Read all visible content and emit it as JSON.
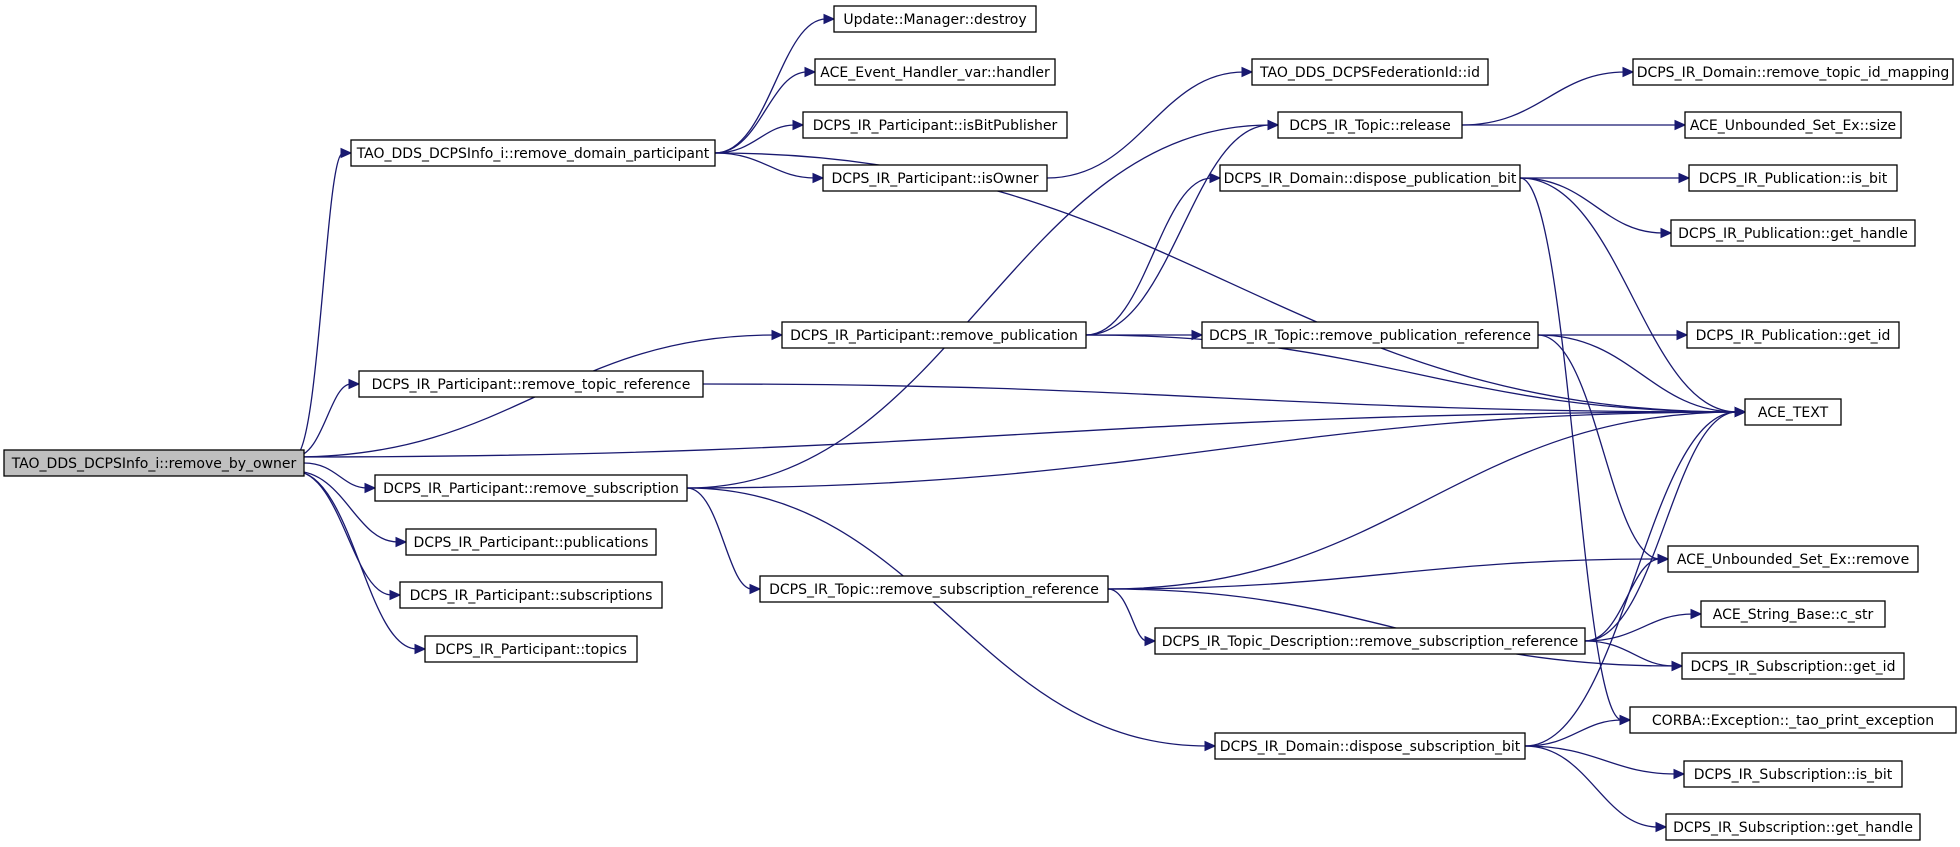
{
  "graph": {
    "kind": "call-graph",
    "edge_color": "#191970",
    "root_fill": "#bfbfbf",
    "nodes": [
      {
        "id": "root",
        "label": "TAO_DDS_DCPSInfo_i::remove_by_owner",
        "root": true
      },
      {
        "id": "rdp",
        "label": "TAO_DDS_DCPSInfo_i::remove_domain_participant"
      },
      {
        "id": "umd",
        "label": "Update::Manager::destroy"
      },
      {
        "id": "aeh",
        "label": "ACE_Event_Handler_var::handler"
      },
      {
        "id": "ibp",
        "label": "DCPS_IR_Participant::isBitPublisher"
      },
      {
        "id": "iso",
        "label": "DCPS_IR_Participant::isOwner"
      },
      {
        "id": "fid",
        "label": "TAO_DDS_DCPSFederationId::id"
      },
      {
        "id": "rel",
        "label": "DCPS_IR_Topic::release"
      },
      {
        "id": "rtim",
        "label": "DCPS_IR_Domain::remove_topic_id_mapping"
      },
      {
        "id": "size",
        "label": "ACE_Unbounded_Set_Ex::size"
      },
      {
        "id": "dpb",
        "label": "DCPS_IR_Domain::dispose_publication_bit"
      },
      {
        "id": "pisb",
        "label": "DCPS_IR_Publication::is_bit"
      },
      {
        "id": "pgh",
        "label": "DCPS_IR_Publication::get_handle"
      },
      {
        "id": "rpub",
        "label": "DCPS_IR_Participant::remove_publication"
      },
      {
        "id": "rpr",
        "label": "DCPS_IR_Topic::remove_publication_reference"
      },
      {
        "id": "pgi",
        "label": "DCPS_IR_Publication::get_id"
      },
      {
        "id": "rtr",
        "label": "DCPS_IR_Participant::remove_topic_reference"
      },
      {
        "id": "text",
        "label": "ACE_TEXT"
      },
      {
        "id": "rsub",
        "label": "DCPS_IR_Participant::remove_subscription"
      },
      {
        "id": "pubs",
        "label": "DCPS_IR_Participant::publications"
      },
      {
        "id": "subs",
        "label": "DCPS_IR_Participant::subscriptions"
      },
      {
        "id": "tops",
        "label": "DCPS_IR_Participant::topics"
      },
      {
        "id": "rsr",
        "label": "DCPS_IR_Topic::remove_subscription_reference"
      },
      {
        "id": "urem",
        "label": "ACE_Unbounded_Set_Ex::remove"
      },
      {
        "id": "tdrsr",
        "label": "DCPS_IR_Topic_Description::remove_subscription_reference"
      },
      {
        "id": "cstr",
        "label": "ACE_String_Base::c_str"
      },
      {
        "id": "sgi",
        "label": "DCPS_IR_Subscription::get_id"
      },
      {
        "id": "dsb",
        "label": "DCPS_IR_Domain::dispose_subscription_bit"
      },
      {
        "id": "corba",
        "label": "CORBA::Exception::_tao_print_exception"
      },
      {
        "id": "sisb",
        "label": "DCPS_IR_Subscription::is_bit"
      },
      {
        "id": "sgh",
        "label": "DCPS_IR_Subscription::get_handle"
      }
    ],
    "edges": [
      [
        "root",
        "rdp"
      ],
      [
        "root",
        "rpub"
      ],
      [
        "root",
        "rtr"
      ],
      [
        "root",
        "text"
      ],
      [
        "root",
        "rsub"
      ],
      [
        "root",
        "pubs"
      ],
      [
        "root",
        "subs"
      ],
      [
        "root",
        "tops"
      ],
      [
        "rdp",
        "umd"
      ],
      [
        "rdp",
        "aeh"
      ],
      [
        "rdp",
        "ibp"
      ],
      [
        "rdp",
        "iso"
      ],
      [
        "rdp",
        "text"
      ],
      [
        "iso",
        "fid"
      ],
      [
        "rpub",
        "rel"
      ],
      [
        "rpub",
        "dpb"
      ],
      [
        "rpub",
        "rpr"
      ],
      [
        "rpub",
        "text"
      ],
      [
        "rsub",
        "rel"
      ],
      [
        "rsub",
        "rsr"
      ],
      [
        "rsub",
        "dsb"
      ],
      [
        "rsub",
        "text"
      ],
      [
        "rel",
        "rtim"
      ],
      [
        "rel",
        "size"
      ],
      [
        "dpb",
        "pisb"
      ],
      [
        "dpb",
        "pgh"
      ],
      [
        "dpb",
        "text"
      ],
      [
        "dpb",
        "corba"
      ],
      [
        "rpr",
        "pgi"
      ],
      [
        "rpr",
        "text"
      ],
      [
        "rpr",
        "urem"
      ],
      [
        "rtr",
        "text"
      ],
      [
        "rsr",
        "text"
      ],
      [
        "rsr",
        "urem"
      ],
      [
        "rsr",
        "tdrsr"
      ],
      [
        "rsr",
        "sgi"
      ],
      [
        "tdrsr",
        "text"
      ],
      [
        "tdrsr",
        "urem"
      ],
      [
        "tdrsr",
        "cstr"
      ],
      [
        "tdrsr",
        "sgi"
      ],
      [
        "dsb",
        "text"
      ],
      [
        "dsb",
        "corba"
      ],
      [
        "dsb",
        "sisb"
      ],
      [
        "dsb",
        "sgh"
      ]
    ]
  }
}
